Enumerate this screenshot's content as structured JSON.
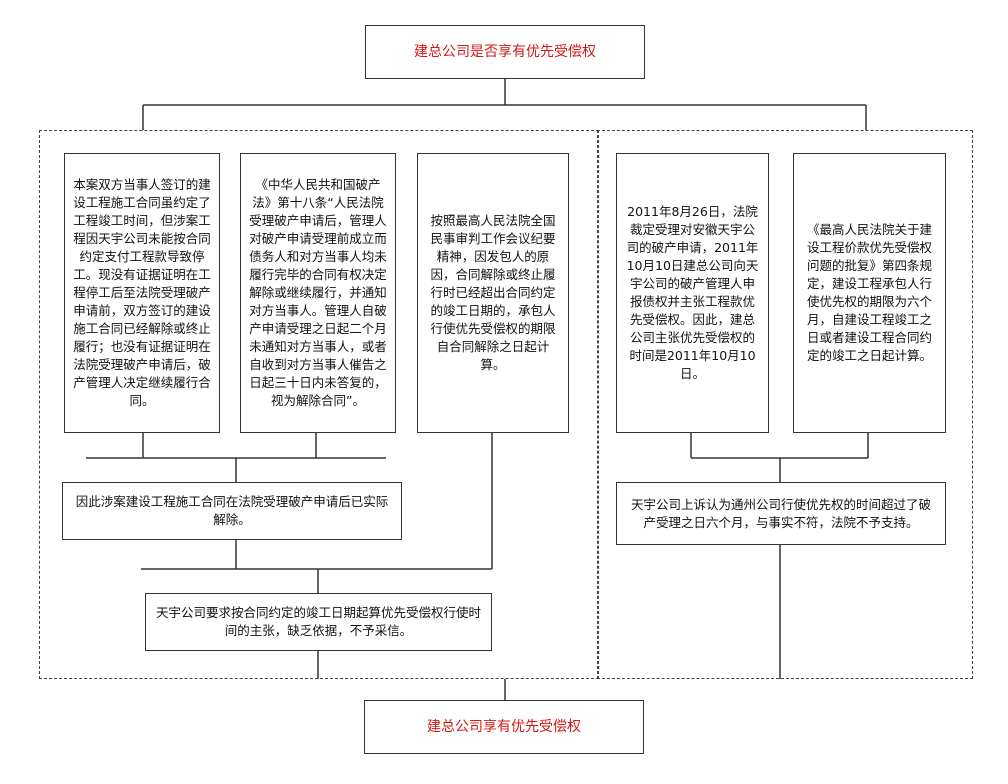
{
  "title": "建总公司是否享有优先受偿权",
  "left_branch": {
    "fact_1": "本案双方当事人签订的建设工程施工合同虽约定了工程竣工时间，但涉案工程因天宇公司未能按合同约定支付工程款导致停工。现没有证据证明在工程停工后至法院受理破产申请前，双方签订的建设施工合同已经解除或终止履行；也没有证据证明在法院受理破产申请后，破产管理人决定继续履行合同。",
    "law_1": "《中华人民共和国破产法》第十八条“人民法院受理破产申请后，管理人对破产申请受理前成立而债务人和对方当事人均未履行完毕的合同有权决定解除或继续履行，并通知对方当事人。管理人自破产申请受理之日起二个月未通知对方当事人，或者自收到对方当事人催告之日起三十日内未答复的，视为解除合同”。",
    "law_2": "按照最高人民法院全国民事审判工作会议纪要精神，因发包人的原因，合同解除或终止履行时已经超出合同约定的竣工日期的，承包人行使优先受偿权的期限自合同解除之日起计算。",
    "conclusion_1": "因此涉案建设工程施工合同在法院受理破产申请后已实际解除。",
    "conclusion_2": "天宇公司要求按合同约定的竣工日期起算优先受偿权行使时间的主张，缺乏依据，不予采信。"
  },
  "right_branch": {
    "fact_2": "2011年8月26日，法院裁定受理对安徽天宇公司的破产申请，2011年10月10日建总公司向天宇公司的破产管理人申报债权并主张工程款优先受偿权。因此，建总公司主张优先受偿权的时间是2011年10月10日。",
    "law_3": "《最高人民法院关于建设工程价款优先受偿权问题的批复》第四条规定，建设工程承包人行使优先权的期限为六个月，自建设工程竣工之日或者建设工程合同约定的竣工之日起计算。",
    "conclusion_3": "天宇公司上诉认为通州公司行使优先权的时间超过了破产受理之日六个月，与事实不符，法院不予支持。"
  },
  "result": "建总公司享有优先受偿权",
  "colors": {
    "title_text": "#d41818",
    "border": "#333333"
  }
}
